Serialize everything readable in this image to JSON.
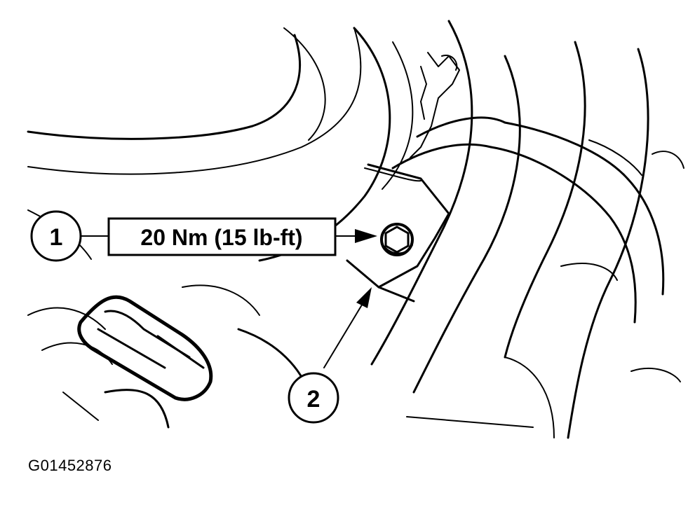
{
  "callouts": [
    {
      "number": "1"
    },
    {
      "number": "2"
    }
  ],
  "torque_label": "20 Nm (15 lb-ft)",
  "figure_id": "G01452876",
  "colors": {
    "ink": "#000000",
    "paper": "#ffffff"
  }
}
